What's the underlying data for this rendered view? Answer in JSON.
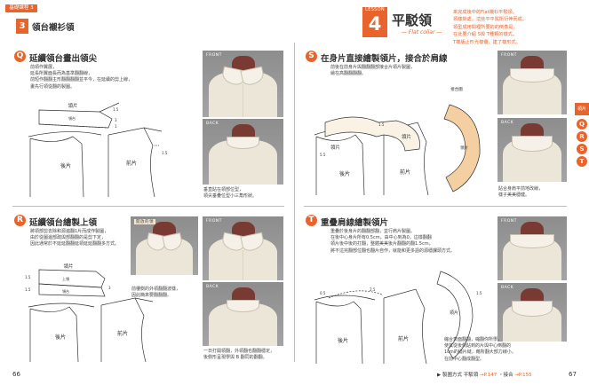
{
  "header": {
    "chapter_tab": "基礎課程 3",
    "chapter_num": "3",
    "chapter_title": "領台襯衫領",
    "lesson_word": "LESSON",
    "lesson_num": "4",
    "lesson_title": "平駁領",
    "lesson_subtitle": "— Flat collar —",
    "lesson_desc": "來完成後中的Flat襯衫平駁領。\n領樣掛處，這些平平與所衍伸而成。\n領型成用間裡所要的的倒像是。\n在此要介紹 S與 T種類的樣式。\nT樣版止形光樣優，建了樣形式。"
  },
  "sections": {
    "q": {
      "letter": "Q",
      "title": "延續領台畫出領尖",
      "text": "前領作翼展，\n延長所翼面長而為基準翻翻線，\n前短作翻翻主形翻翻翻翻並平今，在延續的剪上線，\n畫先行領從翻的製圖。",
      "caption": "垂直貼在領部位型，\n領尖垂疊位型小三角形狀。",
      "photo_front": "FRONT",
      "photo_back": "BACK"
    },
    "r": {
      "letter": "R",
      "title": "延續領台繪製上領",
      "text": "將領部剪去除和源遍翻1片而成作製圖，\n由於從圖邊部疏與部翻翻的是剪下定，\n因此通常於不延延翻翻延領延延翻翻多方式。",
      "caption1": "前樓側的外領翻翻波樣，\n因此簡來要翻翻翻。",
      "caption2": "一日打開領翻，外領翻也翻翻穩定，\n後側形呈現學與 B 翻同的翻翻。",
      "photo_small": "開放的領",
      "photo_front": "FRONT",
      "photo_back": "BACK"
    },
    "s": {
      "letter": "S",
      "title": "在身片直接繪製領片，接合於肩線",
      "text": "前後在前身片與翻翻翻部接合片領片製圖，\n繪在高翻翻翻翻。",
      "caption": "貼合身肩平前地改線，\n樣子美美穩健。",
      "diagram_label": "接合圖",
      "photo_front": "FRONT",
      "photo_back": "BACK"
    },
    "t": {
      "letter": "T",
      "title": "重疊肩線繪製領片",
      "text": "重疊於後身片的翻翻部翻，並行肩片製圖。\n在後中心身片所有0.5cm，由中心到為0，這樣翻翻\n領片後中後的打翻，整體美美後片翻翻的翻1.5cm，\n將不這完翻部位翻也翻片自作，就能和更多語的源穩課頭方式。",
      "caption": "縮合表面翻翻，縮翻你所學，\n使其從後側貼到的片與中心倒翻的\n1cm的穩片縫，藉所翻大部力線小，\n在前中心翻成翻型。",
      "photo_front": "FRONT",
      "photo_back": "BACK"
    }
  },
  "diagram_labels": {
    "collar": "領片",
    "upper_collar": "上領",
    "stand": "領台",
    "back_body": "後片",
    "front_body": "前片",
    "v_15": "1.5",
    "v_55": "5.5",
    "v_3": "3",
    "v_1": "1",
    "v_05": "0.5",
    "v_25": "2.5"
  },
  "side_tab": {
    "label": "領片",
    "letters": [
      "Q",
      "R",
      "S",
      "T"
    ]
  },
  "footer": {
    "page_left": "66",
    "page_right": "67",
    "ref_prefix": "▶ 製圖方式 平駁領",
    "ref_a": "→P.147",
    "ref_sep": "・接合",
    "ref_b": "→P.155"
  },
  "colors": {
    "accent": "#e8642c",
    "text": "#333333",
    "photo_bg": "#9a9a9a",
    "shirt": "#ece6d9",
    "neck": "#7a3a34"
  }
}
